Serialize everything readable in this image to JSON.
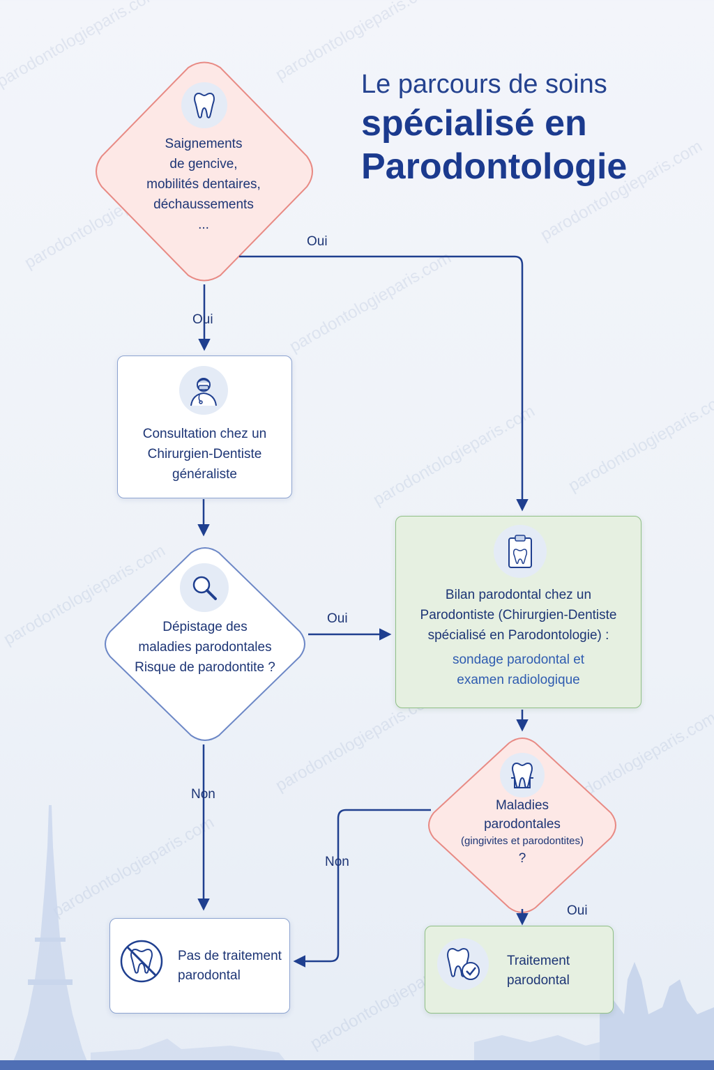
{
  "title": {
    "line1": "Le parcours de soins",
    "line2a": "spécialisé en",
    "line2b": "Parodontologie"
  },
  "watermark": "parodontologieparis.com",
  "nodes": {
    "symptoms": {
      "l1": "Saignements",
      "l2": "de gencive,",
      "l3": "mobilités dentaires,",
      "l4": "déchaussements",
      "l5": "...",
      "icon": "tooth-icon"
    },
    "consultation": {
      "l1": "Consultation chez un",
      "l2": "Chirurgien-Dentiste",
      "l3": "généraliste",
      "icon": "dentist-icon"
    },
    "screening": {
      "l1": "Dépistage des",
      "l2": "maladies parodontales",
      "l3": "Risque de parodontite ?",
      "icon": "magnifier-icon"
    },
    "assessment": {
      "l1": "Bilan parodontal chez un",
      "l2": "Parodontiste (Chirurgien-Dentiste",
      "l3": "spécialisé en Parodontologie) :",
      "l4": "sondage parodontal et",
      "l5": "examen radiologique",
      "icon": "clipboard-tooth-icon"
    },
    "disease": {
      "l1": "Maladies",
      "l2": "parodontales",
      "l3": "(gingivites et parodontites)",
      "l4": "?",
      "icon": "tooth-gum-icon"
    },
    "no_treatment": {
      "l1": "Pas de traitement",
      "l2": "parodontal",
      "icon": "no-tooth-icon"
    },
    "treatment": {
      "l1": "Traitement",
      "l2": "parodontal",
      "icon": "tooth-check-icon"
    }
  },
  "edges": {
    "symptoms_yes_right": "Oui",
    "symptoms_yes_down": "Oui",
    "screening_yes": "Oui",
    "screening_no": "Non",
    "disease_no": "Non",
    "disease_yes": "Oui"
  },
  "colors": {
    "line": "#1f3f8f",
    "red_fill": "#fde8e6",
    "red_stroke": "#e88a84",
    "blue_stroke": "#8ba2cf",
    "green_fill": "#e6f0e1",
    "green_stroke": "#8fbf85"
  }
}
